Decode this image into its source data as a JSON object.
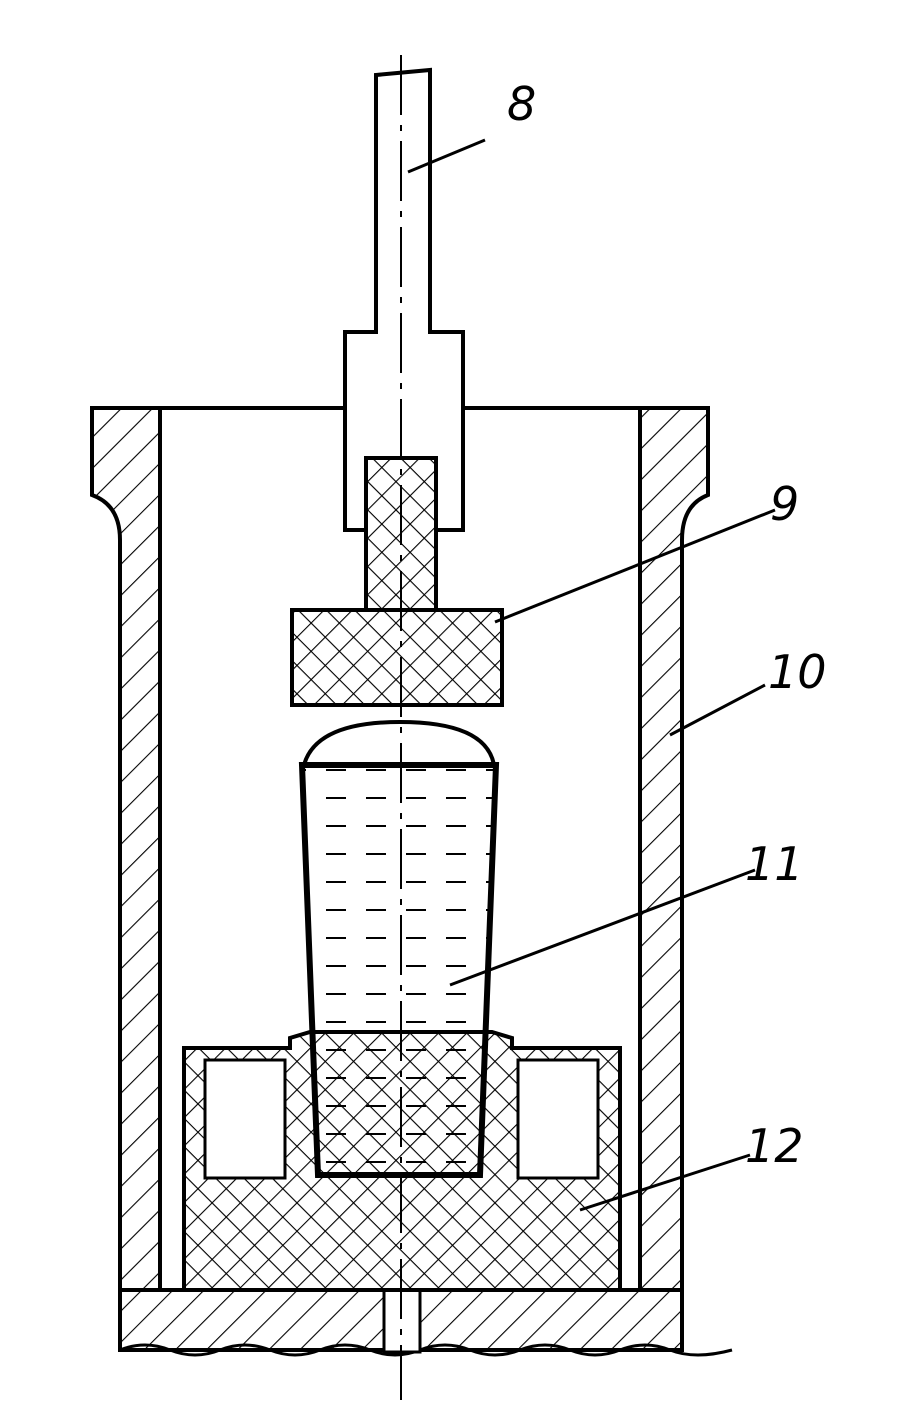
{
  "labels": {
    "l8": "8",
    "l9": "9",
    "l10": "10",
    "l11": "11",
    "l12": "12"
  },
  "colors": {
    "ink": "#000000",
    "paper": "#ffffff"
  }
}
